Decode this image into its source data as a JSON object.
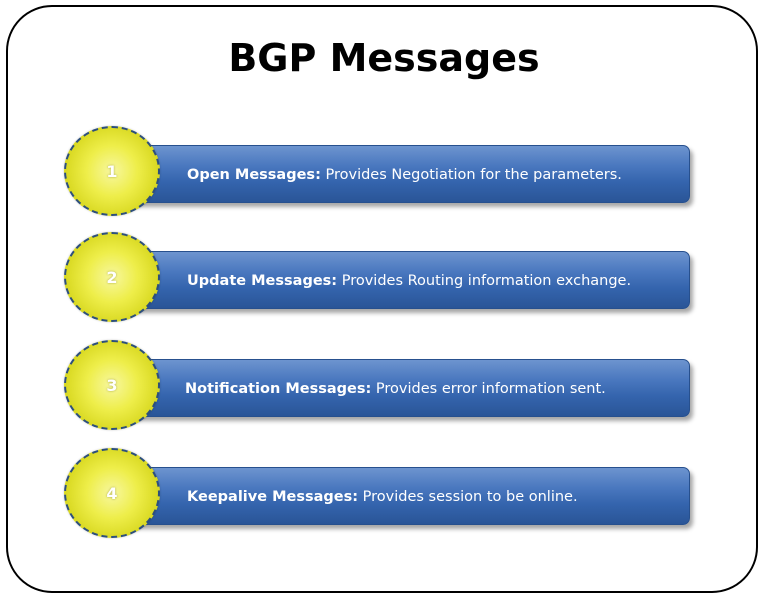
{
  "title": "BGP Messages",
  "items": [
    {
      "number": "1",
      "label": "Open Messages:",
      "text": " Provides Negotiation for the parameters."
    },
    {
      "number": "2",
      "label": "Update Messages:",
      "text": " Provides Routing information exchange."
    },
    {
      "number": "3",
      "label": "Notification Messages:",
      "text": " Provides error information sent."
    },
    {
      "number": "4",
      "label": "Keepalive Messages:",
      "text": " Provides session to be online."
    }
  ],
  "colors": {
    "bar": "#3f6db5",
    "circle": "#e6e63a",
    "circle_border": "#2d4f7c"
  }
}
